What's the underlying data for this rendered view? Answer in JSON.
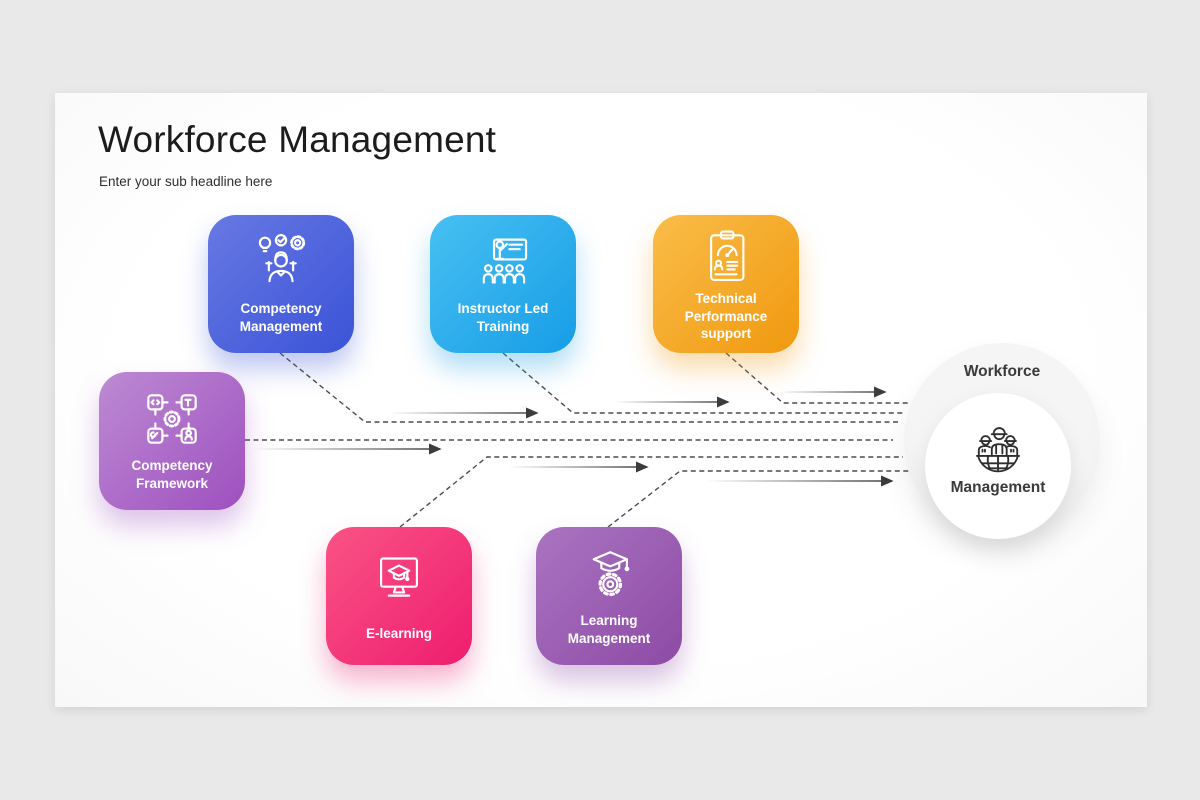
{
  "slide": {
    "title": "Workforce Management",
    "subtitle": "Enter your sub headline here"
  },
  "cards": [
    {
      "id": "competency-management",
      "label": "Competency\nManagement",
      "icon": "person-ideas-icon",
      "gradient": [
        "#6779e2",
        "#3b53d8"
      ],
      "shadow": "rgba(70,95,215,0.35)"
    },
    {
      "id": "instructor-led-training",
      "label": "Instructor Led\nTraining",
      "icon": "presentation-audience-icon",
      "gradient": [
        "#47c0f2",
        "#179de6"
      ],
      "shadow": "rgba(35,160,230,0.35)"
    },
    {
      "id": "technical-performance-support",
      "label": "Technical\nPerformance\nsupport",
      "icon": "clipboard-gauge-icon",
      "gradient": [
        "#fabd49",
        "#f0990f"
      ],
      "shadow": "rgba(240,155,20,0.35)"
    },
    {
      "id": "competency-framework",
      "label": "Competency\nFramework",
      "icon": "gear-framework-icon",
      "gradient": [
        "#bd8ad3",
        "#9e50bf"
      ],
      "shadow": "rgba(160,85,195,0.35)"
    },
    {
      "id": "e-learning",
      "label": "E-learning",
      "icon": "monitor-graduation-icon",
      "gradient": [
        "#fa5386",
        "#ee1d6e"
      ],
      "shadow": "rgba(238,40,115,0.35)"
    },
    {
      "id": "learning-management",
      "label": "Learning\nManagement",
      "icon": "graduation-gear-icon",
      "gradient": [
        "#aa74c1",
        "#8d4aa5"
      ],
      "shadow": "rgba(145,80,170,0.35)"
    }
  ],
  "hub": {
    "top_label": "Workforce",
    "bottom_label": "Management",
    "icon": "workers-globe-icon"
  },
  "colors": {
    "page_background": "#e9e9e9",
    "slide_background": "#ffffff",
    "title_text": "#1c1c1c",
    "dashed_line": "#4c4c4c",
    "arrow": "#3c3c3c",
    "hub_text": "#3a3a3a"
  }
}
